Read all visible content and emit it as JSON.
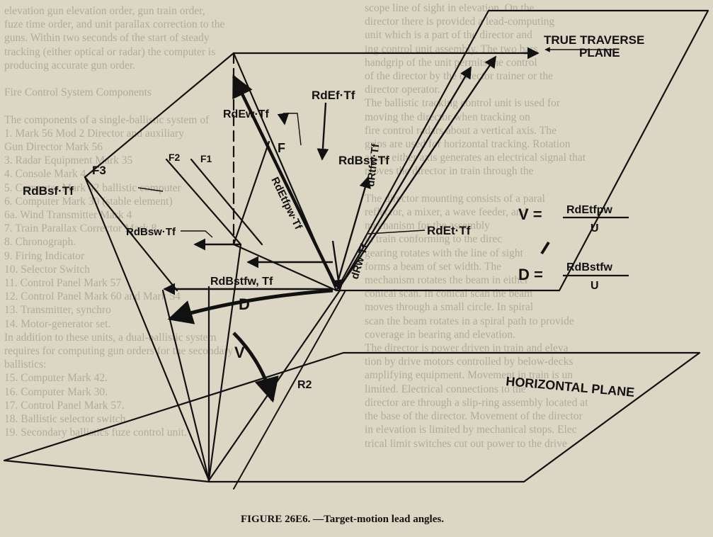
{
  "caption": {
    "figure": "FIGURE 26E6.",
    "title": "—Target-motion lead angles."
  },
  "labels": {
    "true_traverse_plane": "TRUE TRAVERSE",
    "true_traverse_plane_2": "PLANE",
    "horizontal_plane": "HORIZONTAL PLANE",
    "rdef_tf": "RdEf·Tf",
    "rdew_tf": "RdEw·Tf",
    "f": "F",
    "f1": "F1",
    "f2": "F2",
    "f3": "F3",
    "rdbst_tf": "RdBst·Tf",
    "drtfw_tf": "dRtfw·Tf",
    "rdbsf_tf": "RdBsf·Tf",
    "rdetfpw_tf": "RdEtfpw·Tf",
    "rdbsw_tf": "RdBsw·Tf",
    "rdet_tf": "RdEt·Tf",
    "drw_tf": "dRw·Tf",
    "rdbstfw_tf": "RdBstfw, Tf",
    "d": "D",
    "v": "V",
    "r2": "R2"
  },
  "formulas": {
    "v_left": "V =",
    "v_num": "RdEtfpw",
    "v_den": "U",
    "d_left": "D =",
    "d_num": "RdBstfw",
    "d_den": "U"
  },
  "background_text": {
    "left": [
      "elevation gun elevation order, gun train order,",
      "fuze time order, and unit parallax correction to the",
      "guns. Within two seconds of the start of steady",
      "tracking (either optical or radar) the computer is",
      "producing accurate gun order.",
      "",
      "Fire Control System Components",
      "",
      "The components of a single-ballistic system of",
      "1. Mark 56 Mod 2 Director and auxiliary",
      "   Gun Director Mark 56",
      "3. Radar Equipment Mark 35",
      "4. Console Mark 4.",
      "5. Computer Mark 42 ballistic computer",
      "6. Computer Mark 30 (stable element)",
      "6a. Wind Transmitter Mark 4",
      "7. Train Parallax Corrector Mark 8",
      "8. Chronograph.",
      "9. Firing Indicator",
      "10. Selector Switch",
      "11. Control Panel Mark 57",
      "12. Control Panel Mark 60 and Mark 54",
      "13. Transmitter, synchro",
      "14. Motor-generator set.",
      "In addition to these units, a dual-ballistic system",
      "requires for computing gun orders for the secondary",
      "ballistics:",
      "15. Computer Mark 42.",
      "16. Computer Mark 30.",
      "17. Control Panel Mark 57.",
      "18. Ballistic selector switch.",
      "19. Secondary ballistics fuze control unit."
    ],
    "right": [
      "scope line of sight in elevation. On the",
      "director there is provided a lead-computing",
      "unit which is a part of the director and",
      "ing control unit assembly. The two bars",
      "handgrip of the unit permits the control",
      "of the director by the director trainer or the",
      "director operator.",
      "The ballistic tracking control unit is used for",
      "moving the director when tracking on",
      "fire control radars about a vertical axis. The",
      "grips are used for horizontal tracking. Rotation",
      "about either axis generates an electrical signal that",
      "moves the director in train through the",
      "",
      "The director mounting consists of a paral",
      "reflector, a mixer, a wave feeder, and",
      "mechanism for the assembly",
      "in train conforming to the direc",
      "gearing rotates with the line of sight",
      "forms a beam of set width. The",
      "mechanism rotates the beam in either",
      "conical scan. In conical scan the beam",
      "moves through a small circle. In spiral",
      "scan the beam rotates in a spiral path to provide",
      "coverage in bearing and elevation.",
      "The director is power driven in train and eleva",
      "tion by drive motors controlled by below-decks",
      "amplifying equipment. Movement in train is un",
      "limited. Electrical connections to the",
      "director are through a slip-ring assembly located at",
      "the base of the director. Movement of the director",
      "in elevation is limited by mechanical stops. Elec",
      "trical limit switches cut out power to the drive"
    ]
  },
  "colors": {
    "paper": "#dcd6c4",
    "ink": "#111111",
    "faded_text": "#a39d8e"
  }
}
